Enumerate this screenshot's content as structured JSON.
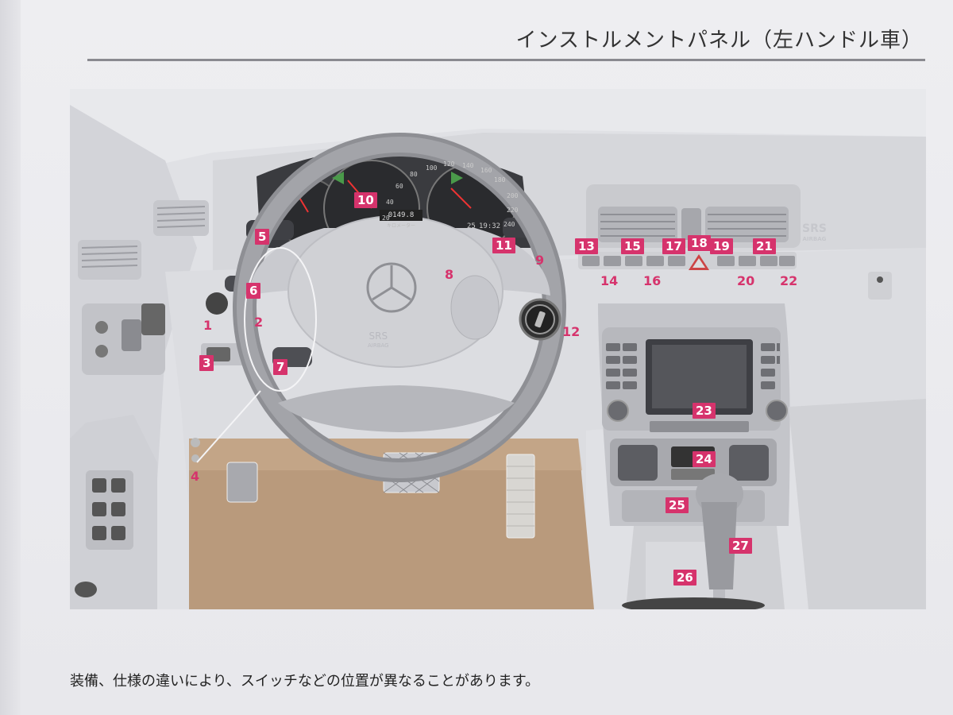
{
  "header": {
    "title": "インストルメントパネル（左ハンドル車）"
  },
  "figure": {
    "cluster": {
      "speed_ticks": [
        "20",
        "40",
        "60",
        "80",
        "100",
        "120",
        "140",
        "160",
        "180",
        "200",
        "220",
        "240"
      ],
      "odometer": "0149.8",
      "odometer_unit": "キロメーター",
      "clock_left": "25",
      "clock_right": "19:32"
    },
    "wheel_srs": "SRS",
    "wheel_airbag": "AIRBAG",
    "dash_srs": "SRS",
    "dash_airbag": "AIRBAG",
    "callouts": [
      {
        "id": "1",
        "label": "1"
      },
      {
        "id": "2",
        "label": "2"
      },
      {
        "id": "3",
        "label": "3"
      },
      {
        "id": "4",
        "label": "4"
      },
      {
        "id": "5",
        "label": "5"
      },
      {
        "id": "6",
        "label": "6"
      },
      {
        "id": "7",
        "label": "7"
      },
      {
        "id": "8",
        "label": "8"
      },
      {
        "id": "9",
        "label": "9"
      },
      {
        "id": "10",
        "label": "10"
      },
      {
        "id": "11",
        "label": "11"
      },
      {
        "id": "12",
        "label": "12"
      },
      {
        "id": "13",
        "label": "13"
      },
      {
        "id": "14",
        "label": "14"
      },
      {
        "id": "15",
        "label": "15"
      },
      {
        "id": "16",
        "label": "16"
      },
      {
        "id": "17",
        "label": "17"
      },
      {
        "id": "18",
        "label": "18"
      },
      {
        "id": "19",
        "label": "19"
      },
      {
        "id": "20",
        "label": "20"
      },
      {
        "id": "21",
        "label": "21"
      },
      {
        "id": "22",
        "label": "22"
      },
      {
        "id": "23",
        "label": "23"
      },
      {
        "id": "24",
        "label": "24"
      },
      {
        "id": "25",
        "label": "25"
      },
      {
        "id": "26",
        "label": "26"
      },
      {
        "id": "27",
        "label": "27"
      }
    ]
  },
  "footnote": "装備、仕様の違いにより、スイッチなどの位置が異なることがあります。",
  "colors": {
    "callout": "#d6336c",
    "dash": "#dcdde1",
    "floor": "#b99a7c"
  }
}
